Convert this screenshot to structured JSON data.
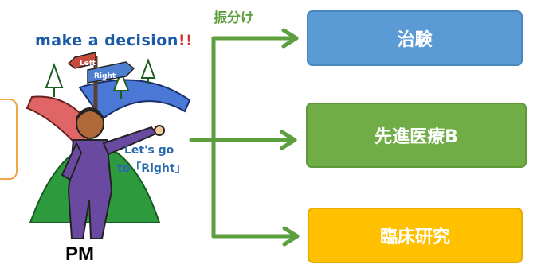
{
  "illustration": {
    "title_text": "make a decision",
    "title_exclaim": "!!",
    "sign_left": "Left",
    "sign_right": "Right",
    "speech_line1": "Let's go",
    "speech_line2": "to「Right」",
    "person_label": "PM"
  },
  "branch_label": "振分け",
  "destinations": [
    {
      "label": "治験",
      "color": "#5b9bd5"
    },
    {
      "label": "先進医療B",
      "color": "#70ad47"
    },
    {
      "label": "臨床研究",
      "color": "#ffc000"
    }
  ],
  "arrow_color": "#5d9e3f"
}
